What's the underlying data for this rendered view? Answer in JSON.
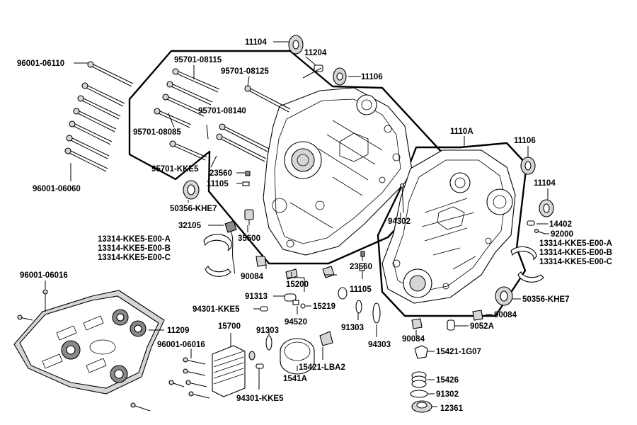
{
  "diagram": {
    "labels": {
      "p11104a": "11104",
      "p11204": "11204",
      "p11106a": "11106",
      "p96001_06110": "96001-06110",
      "p95701_08115": "95701-08115",
      "p95701_08125": "95701-08125",
      "p95701_08140": "95701-08140",
      "p95701_08085": "95701-08085",
      "p95701_KKE5": "95701-KKE5",
      "p96001_06060": "96001-06060",
      "p23560a": "23560",
      "p11105a": "11105",
      "p50356a": "50356-KHE7",
      "p32105": "32105",
      "p35500": "35500",
      "p13314aA": "13314-KKE5-E00-A",
      "p13314aB": "13314-KKE5-E00-B",
      "p13314aC": "13314-KKE5-E00-C",
      "p1110A": "1110A",
      "p11106b": "11106",
      "p11104b": "11104",
      "p94302": "94302",
      "p14402": "14402",
      "p92000": "92000",
      "p13314bA": "13314-KKE5-E00-A",
      "p13314bB": "13314-KKE5-E00-B",
      "p13314bC": "13314-KKE5-E00-C",
      "p96001_06016a": "96001-06016",
      "p90084a": "90084",
      "p15200": "15200",
      "p23560b": "23560",
      "p11105b": "11105",
      "p91313": "91313",
      "p15219": "15219",
      "p94301a": "94301-KKE5",
      "p94520": "94520",
      "p50356b": "50356-KHE7",
      "p90084b": "90084",
      "p9052A": "9052A",
      "p11209": "11209",
      "p15700": "15700",
      "p91303a": "91303",
      "p91303b": "91303",
      "p94303": "94303",
      "p90084c": "90084",
      "p15421_1G07": "15421-1G07",
      "p96001_06016b": "96001-06016",
      "p15421_LBA2": "15421-LBA2",
      "p1541A": "1541A",
      "p15426": "15426",
      "p91302": "91302",
      "p94301b": "94301-KKE5",
      "p12361": "12361"
    }
  }
}
